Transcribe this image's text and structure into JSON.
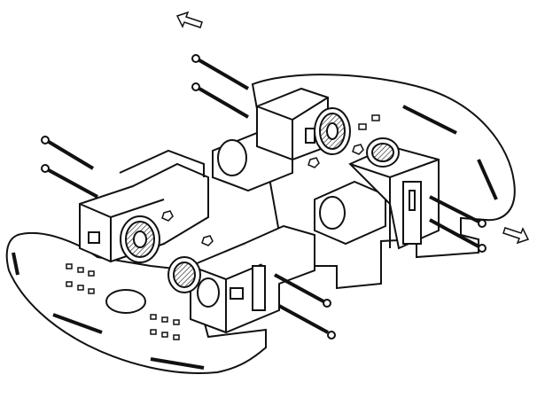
{
  "diagram": {
    "kind": "exploded-assembly",
    "labels": [],
    "colors": {
      "stroke": "#111111",
      "fill": "#ffffff",
      "shade": "#d9d9d9",
      "dark": "#4a4a4a"
    },
    "parts": {
      "base_plate": "lower-chassis-plate",
      "mid_plate": "upper-chassis-plate",
      "motors": 4,
      "wheels": 4,
      "long_screws": 8,
      "direction_arrows": 2
    }
  }
}
